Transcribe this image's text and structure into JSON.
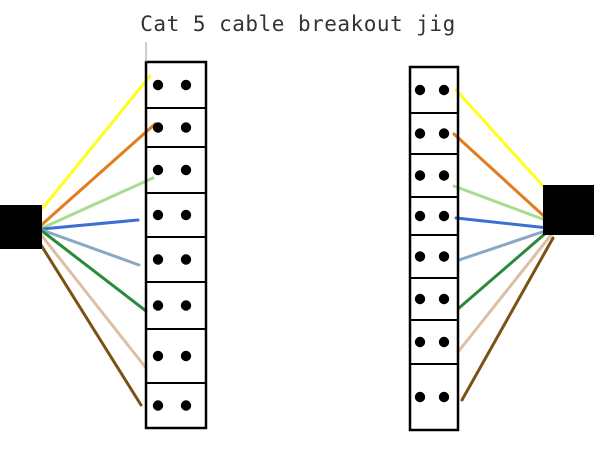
{
  "title": "Cat 5 cable breakout jig",
  "colors": {
    "outline": "#000000",
    "connector": "#000000",
    "background": "#ffffff"
  },
  "wires": [
    {
      "name": "yellow",
      "color": "#ffff1e"
    },
    {
      "name": "orange",
      "color": "#e37b1f"
    },
    {
      "name": "light-green",
      "color": "#a8dc8e"
    },
    {
      "name": "blue",
      "color": "#3b6fd4"
    },
    {
      "name": "light-blue",
      "color": "#8aa8c4"
    },
    {
      "name": "green",
      "color": "#2a8a3a"
    },
    {
      "name": "tan",
      "color": "#dcbfa4"
    },
    {
      "name": "brown",
      "color": "#7a5213"
    }
  ],
  "terminal_blocks": [
    {
      "side": "left",
      "cells": 8,
      "pins_per_cell": 2
    },
    {
      "side": "right",
      "cells": 8,
      "pins_per_cell": 2
    }
  ],
  "connectors": [
    {
      "side": "left",
      "icon": "rj45-connector"
    },
    {
      "side": "right",
      "icon": "rj45-connector"
    }
  ]
}
